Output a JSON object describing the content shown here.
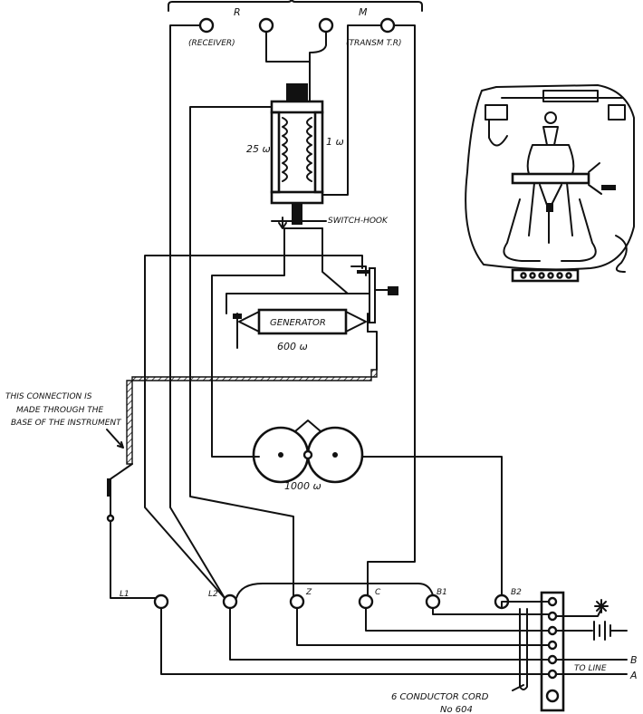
{
  "terminals_top": {
    "r": "R",
    "receiver": "(RECEIVER)",
    "m": "M",
    "transmitter": "(TRANSM T.R)"
  },
  "induction_coil": {
    "primary_resistance": "1 ω",
    "secondary_resistance": "25 ω"
  },
  "switch_hook": "SWITCH-HOOK",
  "generator": {
    "label": "GENERATOR",
    "resistance": "600 ω"
  },
  "ringer": {
    "resistance": "1000 ω"
  },
  "base_note": {
    "line1": "THIS CONNECTION IS",
    "line2": "MADE THROUGH THE",
    "line3": "BASE OF THE INSTRUMENT"
  },
  "terminals_bottom": [
    "L1",
    "L2",
    "Z",
    "C",
    "B1",
    "B2"
  ],
  "line_labels": {
    "b": "B",
    "a": "A",
    "to_line": "TO LINE"
  },
  "cord": {
    "line1": "6 CONDUCTOR CORD",
    "line2": "No 604"
  }
}
